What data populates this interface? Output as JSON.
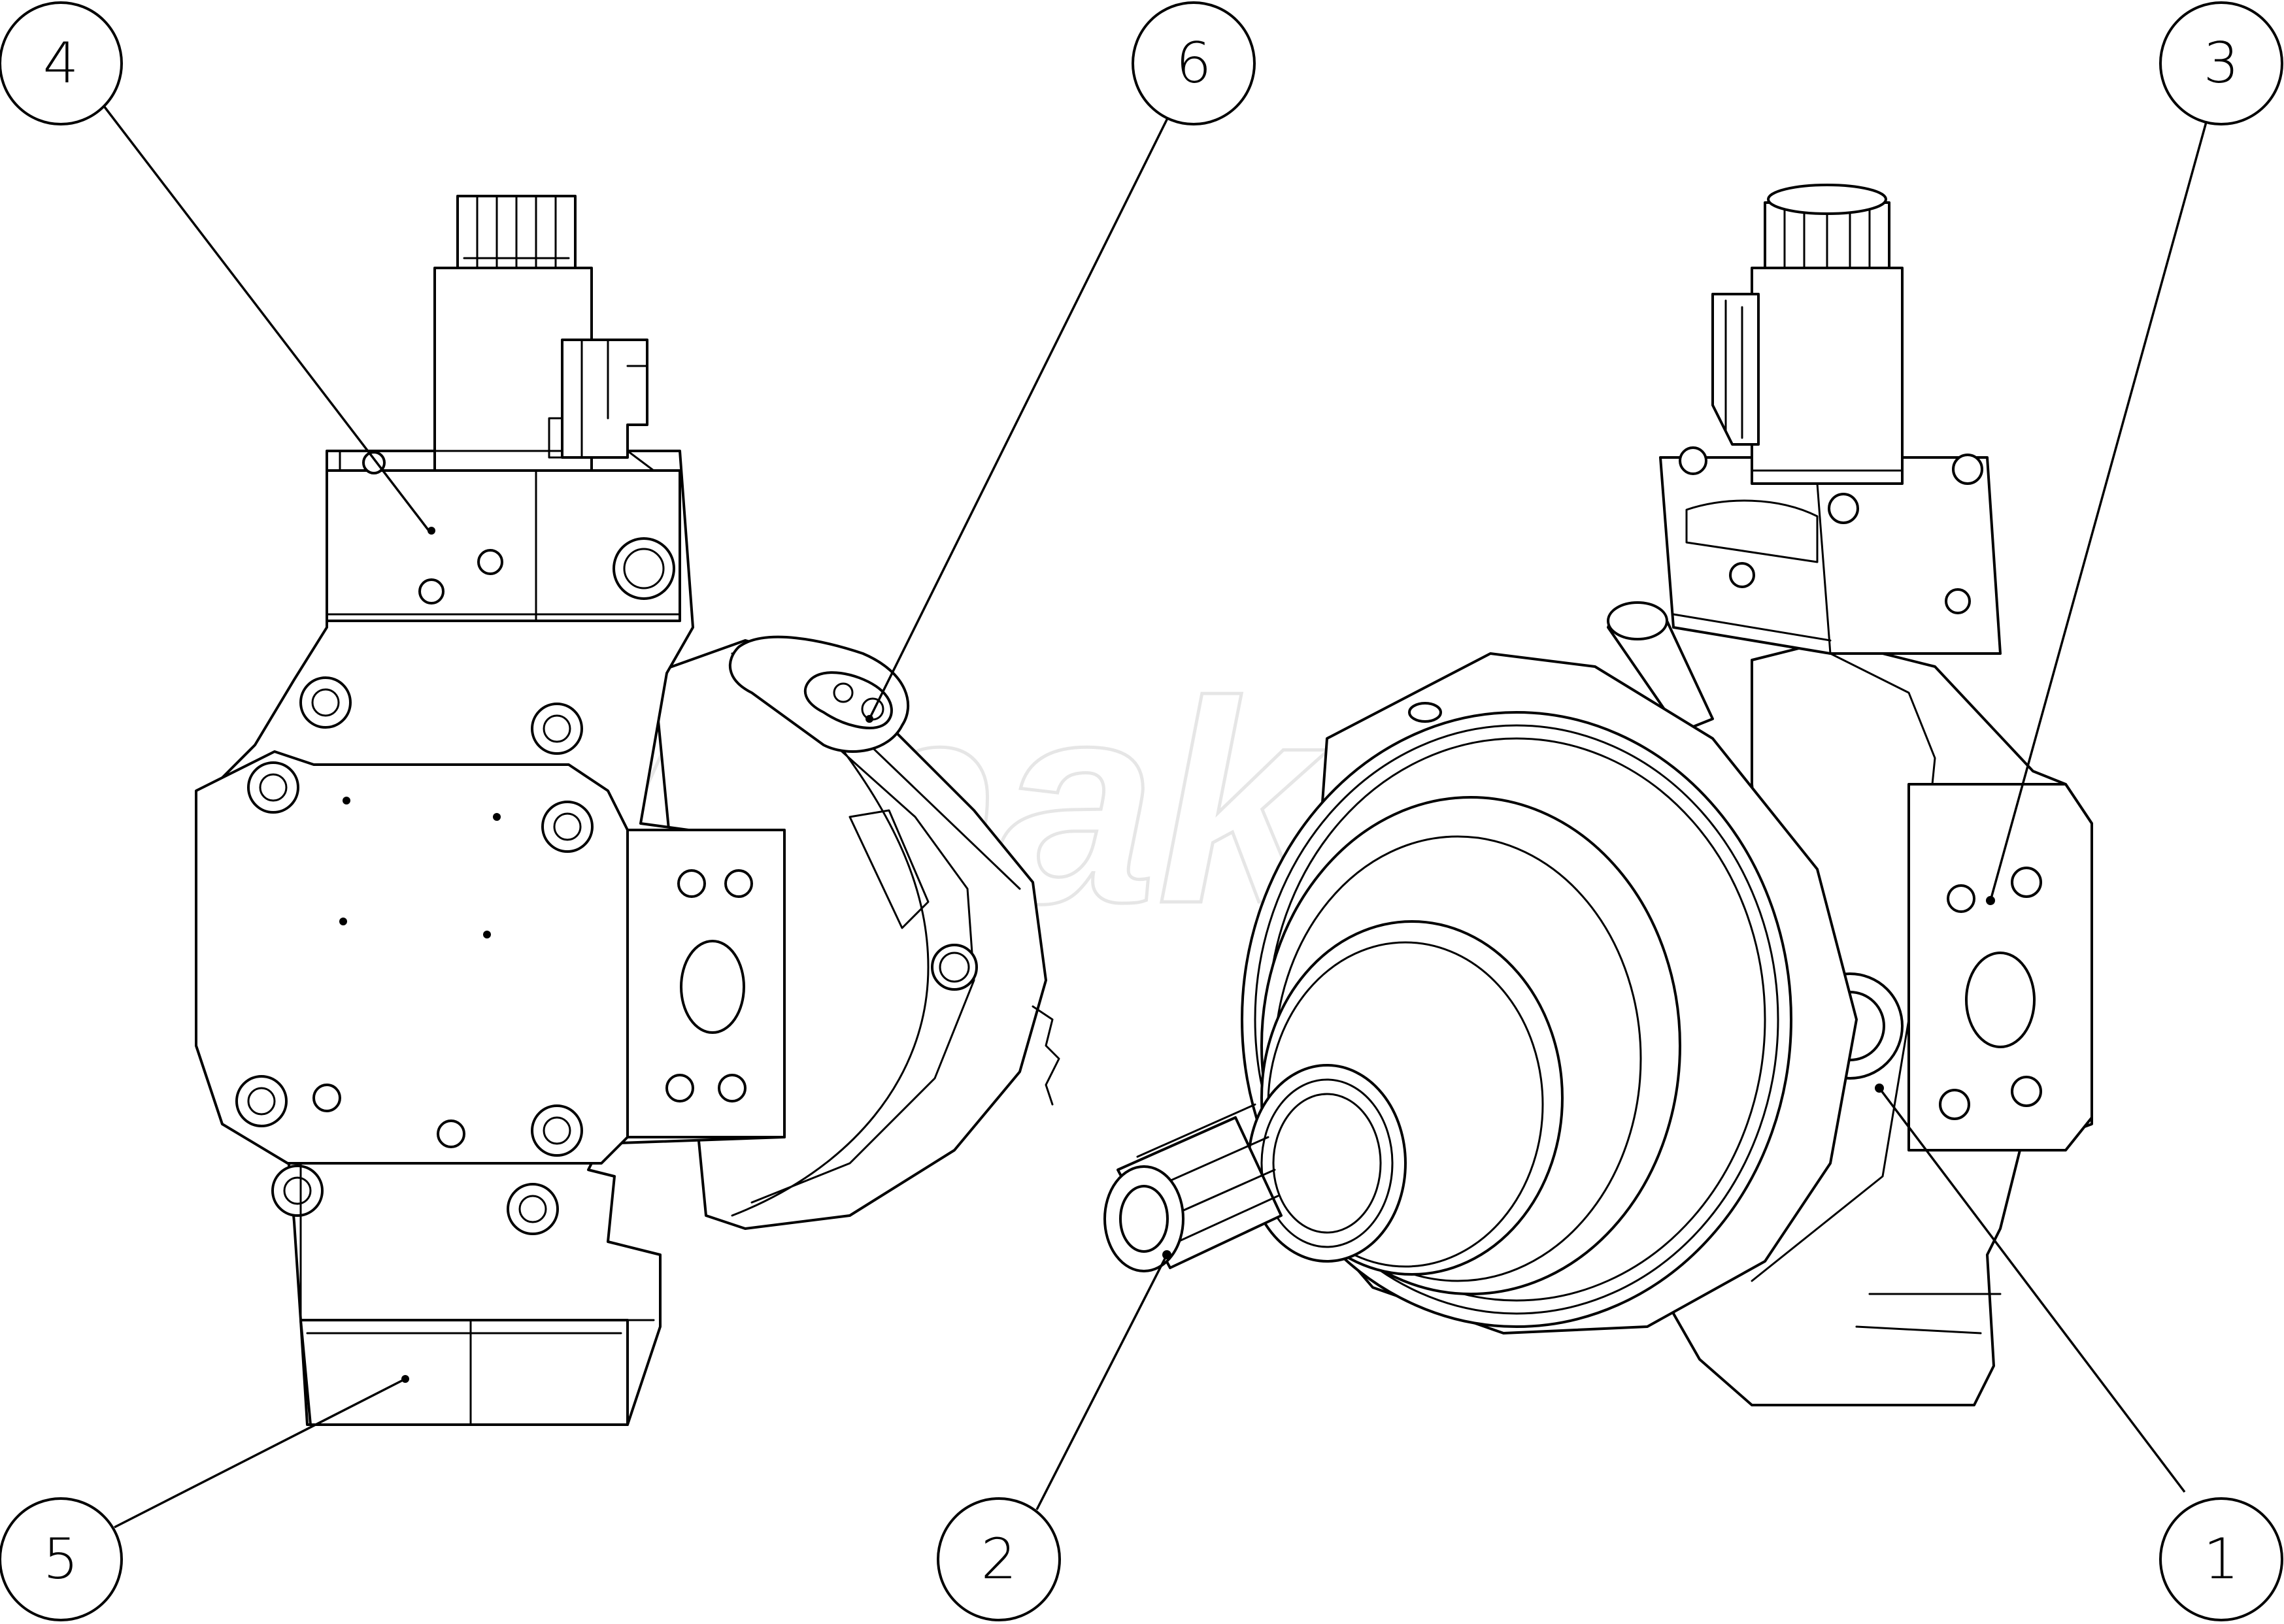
{
  "watermark": "Wilpakos",
  "callouts": {
    "c1": "1",
    "c2": "2",
    "c3": "3",
    "c4": "4",
    "c5": "5",
    "c6": "6"
  }
}
